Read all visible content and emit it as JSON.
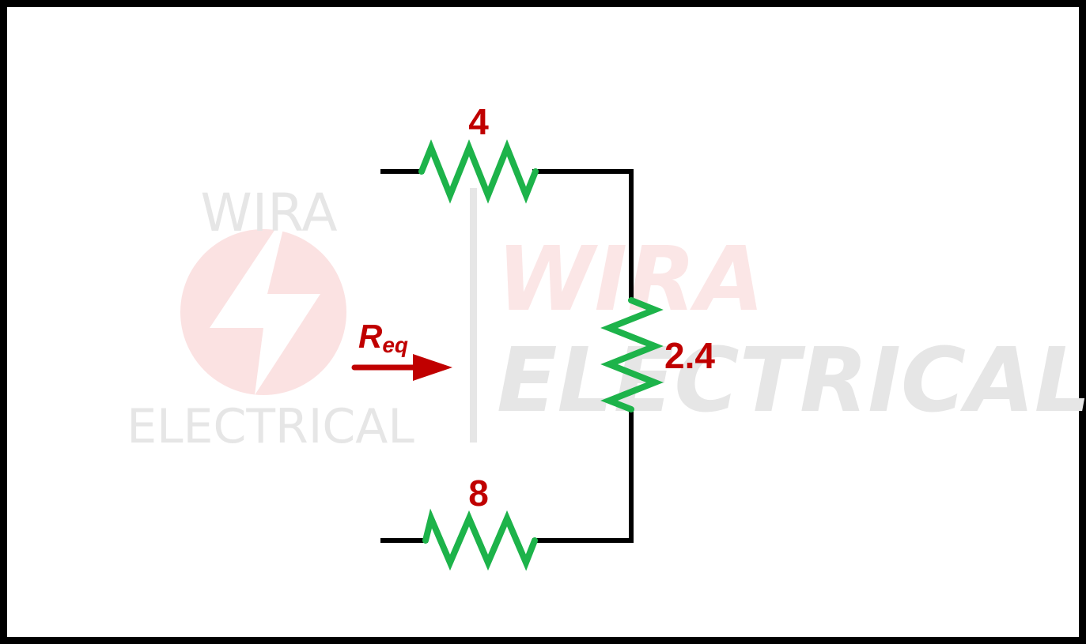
{
  "watermark": {
    "small_top": "WIRA",
    "small_bottom": "ELECTRICAL",
    "large_top": "WIRA",
    "large_bottom": "ELECTRICAL",
    "colors": {
      "gray": "#e6e6e6",
      "red_tint": "#fbe6e6",
      "circle_tint": "#fbe2e2"
    }
  },
  "circuit": {
    "resistors": [
      {
        "id": "top",
        "label": "4"
      },
      {
        "id": "right",
        "label": "2.4"
      },
      {
        "id": "bottom",
        "label": "8"
      }
    ],
    "req_label": {
      "main": "R",
      "sub": "eq"
    },
    "colors": {
      "resistor": "#1db34a",
      "wire": "#000000",
      "label": "#c00000",
      "arrow": "#c00000"
    }
  }
}
